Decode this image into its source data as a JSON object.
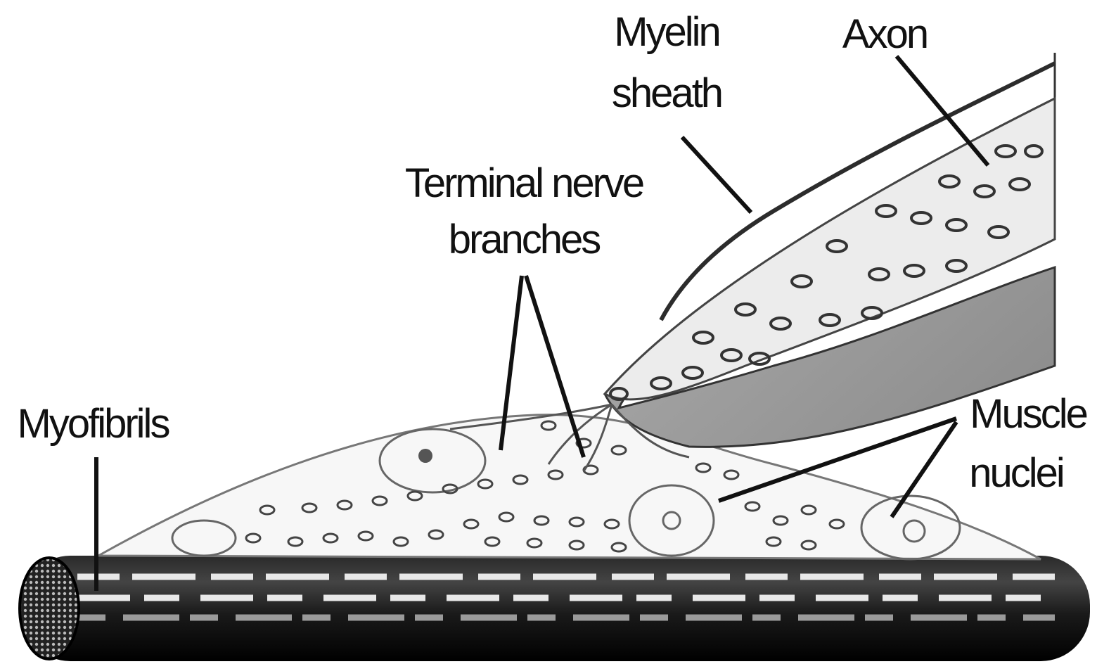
{
  "labels": {
    "myelin_line1": "Myelin",
    "myelin_line2": "sheath",
    "axon": "Axon",
    "terminal_line1": "Terminal nerve",
    "terminal_line2": "branches",
    "myofibrils": "Myofibrils",
    "muscle_line1": "Muscle",
    "muscle_line2": "nuclei"
  },
  "colors": {
    "ink": "#111111",
    "sheath_gray": "#9a9a9a",
    "background": "#ffffff"
  }
}
